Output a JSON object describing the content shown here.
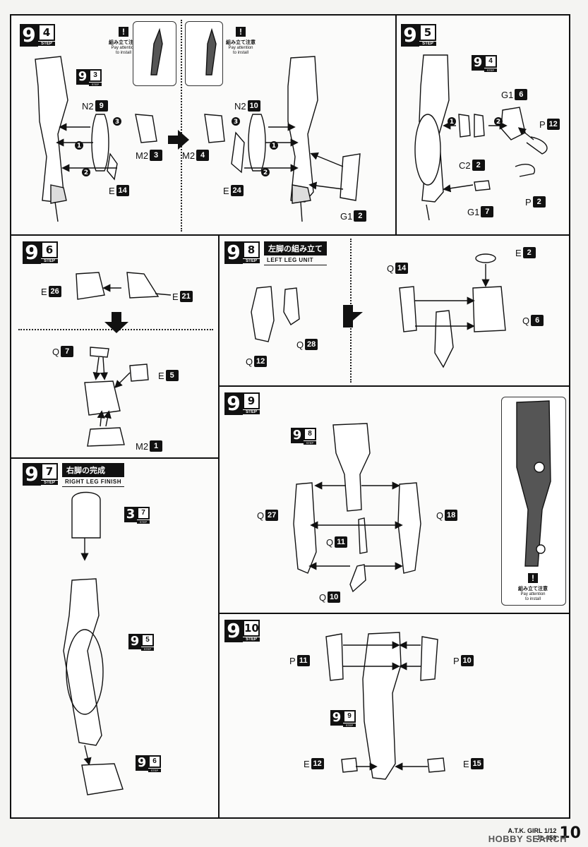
{
  "page_number": "10",
  "brand": {
    "title": "A.T.K. GIRL 1/12",
    "code": "JL-059"
  },
  "watermark": "HOBBY SEARCH",
  "step_label": "STEP",
  "steps": {
    "s94": {
      "big": "9",
      "num": "4"
    },
    "s95": {
      "big": "9",
      "num": "5"
    },
    "s96": {
      "big": "9",
      "num": "6"
    },
    "s97": {
      "big": "9",
      "num": "7",
      "title_jp": "右脚の完成",
      "title_en": "RIGHT LEG FINISH"
    },
    "s98": {
      "big": "9",
      "num": "8",
      "title_jp": "左脚の組み立て",
      "title_en": "LEFT LEG UNIT"
    },
    "s99": {
      "big": "9",
      "num": "9"
    },
    "s910": {
      "big": "9",
      "num": "10"
    }
  },
  "refs": {
    "r93": {
      "big": "9",
      "num": "3"
    },
    "r94": {
      "big": "9",
      "num": "4"
    },
    "r37": {
      "big": "3",
      "num": "7"
    },
    "r95": {
      "big": "9",
      "num": "5"
    },
    "r96": {
      "big": "9",
      "num": "6"
    },
    "r98": {
      "big": "9",
      "num": "8"
    },
    "r99": {
      "big": "9",
      "num": "9"
    }
  },
  "attention": {
    "mark": "!",
    "jp": "組み立て注意",
    "en1": "Pay attention",
    "en2": "to install"
  },
  "order_marks": [
    "1",
    "2",
    "3"
  ],
  "parts": {
    "p94_n2": {
      "name": "N2",
      "num": "9"
    },
    "p94_m2": {
      "name": "M2",
      "num": "3"
    },
    "p94_e": {
      "name": "E",
      "num": "14"
    },
    "p94b_n2": {
      "name": "N2",
      "num": "10"
    },
    "p94b_m2": {
      "name": "M2",
      "num": "4"
    },
    "p94b_e": {
      "name": "E",
      "num": "24"
    },
    "p94b_g1": {
      "name": "G1",
      "num": "2"
    },
    "p95_g1a": {
      "name": "G1",
      "num": "6"
    },
    "p95_p12": {
      "name": "P",
      "num": "12"
    },
    "p95_c2": {
      "name": "C2",
      "num": "2"
    },
    "p95_p2": {
      "name": "P",
      "num": "2"
    },
    "p95_g1b": {
      "name": "G1",
      "num": "7"
    },
    "p96_e26": {
      "name": "E",
      "num": "26"
    },
    "p96_e21": {
      "name": "E",
      "num": "21"
    },
    "p96_q7": {
      "name": "Q",
      "num": "7"
    },
    "p96_e5": {
      "name": "E",
      "num": "5"
    },
    "p96_m2": {
      "name": "M2",
      "num": "1"
    },
    "p98_q28": {
      "name": "Q",
      "num": "28"
    },
    "p98_q12": {
      "name": "Q",
      "num": "12"
    },
    "p98_q14": {
      "name": "Q",
      "num": "14"
    },
    "p98_e2": {
      "name": "E",
      "num": "2"
    },
    "p98_q6": {
      "name": "Q",
      "num": "6"
    },
    "p99_q27": {
      "name": "Q",
      "num": "27"
    },
    "p99_q18": {
      "name": "Q",
      "num": "18"
    },
    "p99_q11": {
      "name": "Q",
      "num": "11"
    },
    "p99_q10": {
      "name": "Q",
      "num": "10"
    },
    "p910_p11": {
      "name": "P",
      "num": "11"
    },
    "p910_p10": {
      "name": "P",
      "num": "10"
    },
    "p910_e12": {
      "name": "E",
      "num": "12"
    },
    "p910_e15": {
      "name": "E",
      "num": "15"
    }
  }
}
